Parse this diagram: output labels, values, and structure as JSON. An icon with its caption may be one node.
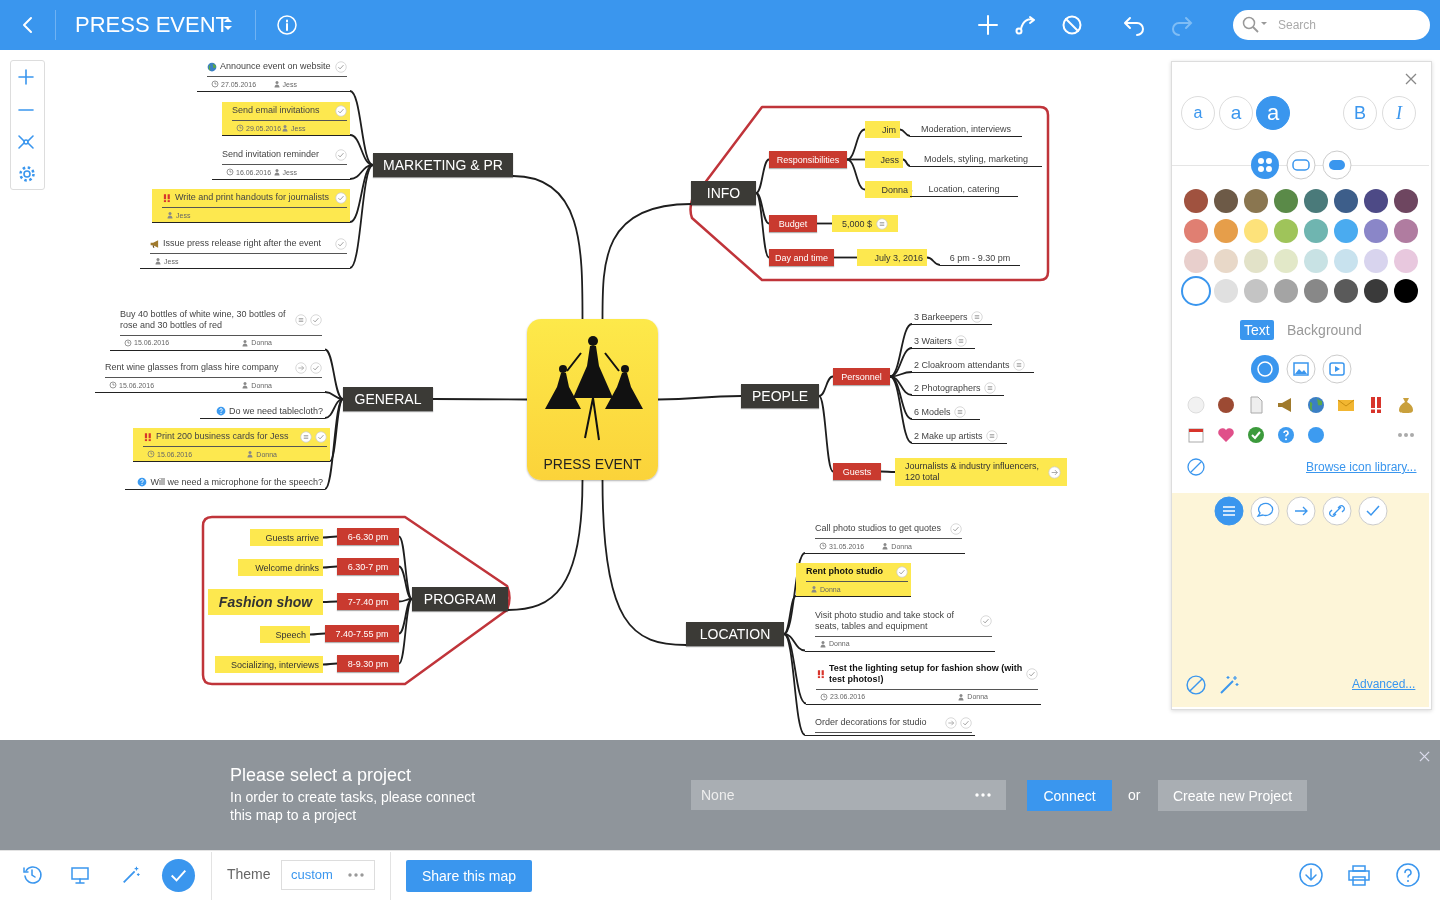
{
  "diagram": {
    "title": "PRESS EVENT",
    "nodes": [
      {
        "text": [
          "PRESS EVENT"
        ]
      },
      {
        "text": [
          "MARKETING & PR"
        ]
      },
      {
        "text": [
          "Announce event on website",
          "27.05.2016",
          "Jess"
        ]
      },
      {
        "text": [
          "Send email invitations",
          "29.05.2016",
          "Jess"
        ]
      },
      {
        "text": [
          "Send invitation reminder",
          "16.06.2016",
          "Jess"
        ]
      },
      {
        "text": [
          "Write and print handouts for journalists",
          "Jess"
        ]
      },
      {
        "text": [
          "Issue press release right after the event",
          "Jess"
        ]
      },
      {
        "text": [
          "GENERAL"
        ]
      },
      {
        "text": [
          "Buy 40 bottles of white wine, 30 bottles of rose and 30 bottles of red",
          "15.06.2016",
          "Donna"
        ]
      },
      {
        "text": [
          "Rent wine glasses from glass hire company",
          "15.06.2016",
          "Donna"
        ]
      },
      {
        "text": [
          "Do we need tablecloth?"
        ]
      },
      {
        "text": [
          "Print 200 business cards for Jess",
          "15.06.2016",
          "Donna"
        ]
      },
      {
        "text": [
          "Will we need a microphone for the speech?"
        ]
      },
      {
        "text": [
          "PROGRAM"
        ]
      },
      {
        "text": [
          "6-6.30 pm"
        ]
      },
      {
        "text": [
          "Guests arrive"
        ]
      },
      {
        "text": [
          "6.30-7 pm"
        ]
      },
      {
        "text": [
          "Welcome drinks"
        ]
      },
      {
        "text": [
          "7-7.40 pm"
        ]
      },
      {
        "text": [
          "Fashion show"
        ]
      },
      {
        "text": [
          "7.40-7.55 pm"
        ]
      },
      {
        "text": [
          "Speech"
        ]
      },
      {
        "text": [
          "8-9.30 pm"
        ]
      },
      {
        "text": [
          "Socializing, interviews"
        ]
      },
      {
        "text": [
          "INFO"
        ]
      },
      {
        "text": [
          "Responsibilities"
        ]
      },
      {
        "text": [
          "Jim"
        ]
      },
      {
        "text": [
          "Moderation, interviews"
        ]
      },
      {
        "text": [
          "Jess"
        ]
      },
      {
        "text": [
          "Models, styling, marketing"
        ]
      },
      {
        "text": [
          "Donna"
        ]
      },
      {
        "text": [
          "Location, catering"
        ]
      },
      {
        "text": [
          "Budget"
        ]
      },
      {
        "text": [
          "5,000 $"
        ]
      },
      {
        "text": [
          "Day and time"
        ]
      },
      {
        "text": [
          "July 3, 2016"
        ]
      },
      {
        "text": [
          "6 pm - 9.30 pm"
        ]
      },
      {
        "text": [
          "PEOPLE"
        ]
      },
      {
        "text": [
          "Personnel"
        ]
      },
      {
        "text": [
          "3 Barkeepers"
        ]
      },
      {
        "text": [
          "3 Waiters"
        ]
      },
      {
        "text": [
          "2 Cloakroom attendants"
        ]
      },
      {
        "text": [
          "2 Photographers"
        ]
      },
      {
        "text": [
          "6 Models"
        ]
      },
      {
        "text": [
          "2 Make up artists"
        ]
      },
      {
        "text": [
          "Guests"
        ]
      },
      {
        "text": [
          "Journalists & industry influencers, 120 total"
        ]
      },
      {
        "text": [
          "LOCATION"
        ]
      },
      {
        "text": [
          "Call photo studios to get quotes",
          "31.05.2016",
          "Donna"
        ]
      },
      {
        "text": [
          "Rent photo studio",
          "Donna"
        ]
      },
      {
        "text": [
          "Visit photo studio and take stock of seats, tables and equipment",
          "Donna"
        ]
      },
      {
        "text": [
          "Test the lighting setup for fashion show (with test photos!)",
          "23.06.2016",
          "Donna"
        ]
      },
      {
        "text": [
          "Order decorations for studio"
        ]
      }
    ],
    "edges": [
      {
        "from": 0,
        "to": 1,
        "arrow": "none"
      },
      {
        "from": 1,
        "to": 2,
        "arrow": "none"
      },
      {
        "from": 1,
        "to": 3,
        "arrow": "none"
      },
      {
        "from": 1,
        "to": 4,
        "arrow": "none"
      },
      {
        "from": 1,
        "to": 5,
        "arrow": "none"
      },
      {
        "from": 1,
        "to": 6,
        "arrow": "none"
      },
      {
        "from": 0,
        "to": 7,
        "arrow": "none"
      },
      {
        "from": 7,
        "to": 8,
        "arrow": "none"
      },
      {
        "from": 7,
        "to": 9,
        "arrow": "none"
      },
      {
        "from": 7,
        "to": 10,
        "arrow": "none"
      },
      {
        "from": 7,
        "to": 11,
        "arrow": "none"
      },
      {
        "from": 7,
        "to": 12,
        "arrow": "none"
      },
      {
        "from": 0,
        "to": 13,
        "arrow": "none"
      },
      {
        "from": 13,
        "to": 14,
        "arrow": "none"
      },
      {
        "from": 14,
        "to": 15,
        "arrow": "none"
      },
      {
        "from": 13,
        "to": 16,
        "arrow": "none"
      },
      {
        "from": 16,
        "to": 17,
        "arrow": "none"
      },
      {
        "from": 13,
        "to": 18,
        "arrow": "none"
      },
      {
        "from": 18,
        "to": 19,
        "arrow": "none"
      },
      {
        "from": 13,
        "to": 20,
        "arrow": "none"
      },
      {
        "from": 20,
        "to": 21,
        "arrow": "none"
      },
      {
        "from": 13,
        "to": 22,
        "arrow": "none"
      },
      {
        "from": 22,
        "to": 23,
        "arrow": "none"
      },
      {
        "from": 0,
        "to": 24,
        "arrow": "none"
      },
      {
        "from": 24,
        "to": 25,
        "arrow": "none"
      },
      {
        "from": 25,
        "to": 26,
        "arrow": "none"
      },
      {
        "from": 26,
        "to": 27,
        "arrow": "none"
      },
      {
        "from": 25,
        "to": 28,
        "arrow": "none"
      },
      {
        "from": 28,
        "to": 29,
        "arrow": "none"
      },
      {
        "from": 25,
        "to": 30,
        "arrow": "none"
      },
      {
        "from": 30,
        "to": 31,
        "arrow": "none"
      },
      {
        "from": 24,
        "to": 32,
        "arrow": "none"
      },
      {
        "from": 32,
        "to": 33,
        "arrow": "none"
      },
      {
        "from": 24,
        "to": 34,
        "arrow": "none"
      },
      {
        "from": 34,
        "to": 35,
        "arrow": "none"
      },
      {
        "from": 35,
        "to": 36,
        "arrow": "none"
      },
      {
        "from": 0,
        "to": 37,
        "arrow": "none"
      },
      {
        "from": 37,
        "to": 38,
        "arrow": "none"
      },
      {
        "from": 38,
        "to": 39,
        "arrow": "none"
      },
      {
        "from": 38,
        "to": 40,
        "arrow": "none"
      },
      {
        "from": 38,
        "to": 41,
        "arrow": "none"
      },
      {
        "from": 38,
        "to": 42,
        "arrow": "none"
      },
      {
        "from": 38,
        "to": 43,
        "arrow": "none"
      },
      {
        "from": 38,
        "to": 44,
        "arrow": "none"
      },
      {
        "from": 37,
        "to": 45,
        "arrow": "none"
      },
      {
        "from": 45,
        "to": 46,
        "arrow": "none"
      },
      {
        "from": 0,
        "to": 47,
        "arrow": "none"
      },
      {
        "from": 47,
        "to": 48,
        "arrow": "none"
      },
      {
        "from": 47,
        "to": 49,
        "arrow": "none"
      },
      {
        "from": 47,
        "to": 50,
        "arrow": "none"
      },
      {
        "from": 47,
        "to": 51,
        "arrow": "none"
      },
      {
        "from": 47,
        "to": 52,
        "arrow": "none"
      }
    ],
    "labels": [
      "Search",
      "a",
      "a",
      "a",
      "B",
      "I",
      "Text",
      "Background",
      "Browse icon library...",
      "Advanced...",
      "Please select a project",
      "In order to create tasks, please connect this map to a project",
      "None",
      "Connect",
      "or",
      "Create new Project",
      "Theme",
      "custom",
      "Share this map"
    ]
  }
}
